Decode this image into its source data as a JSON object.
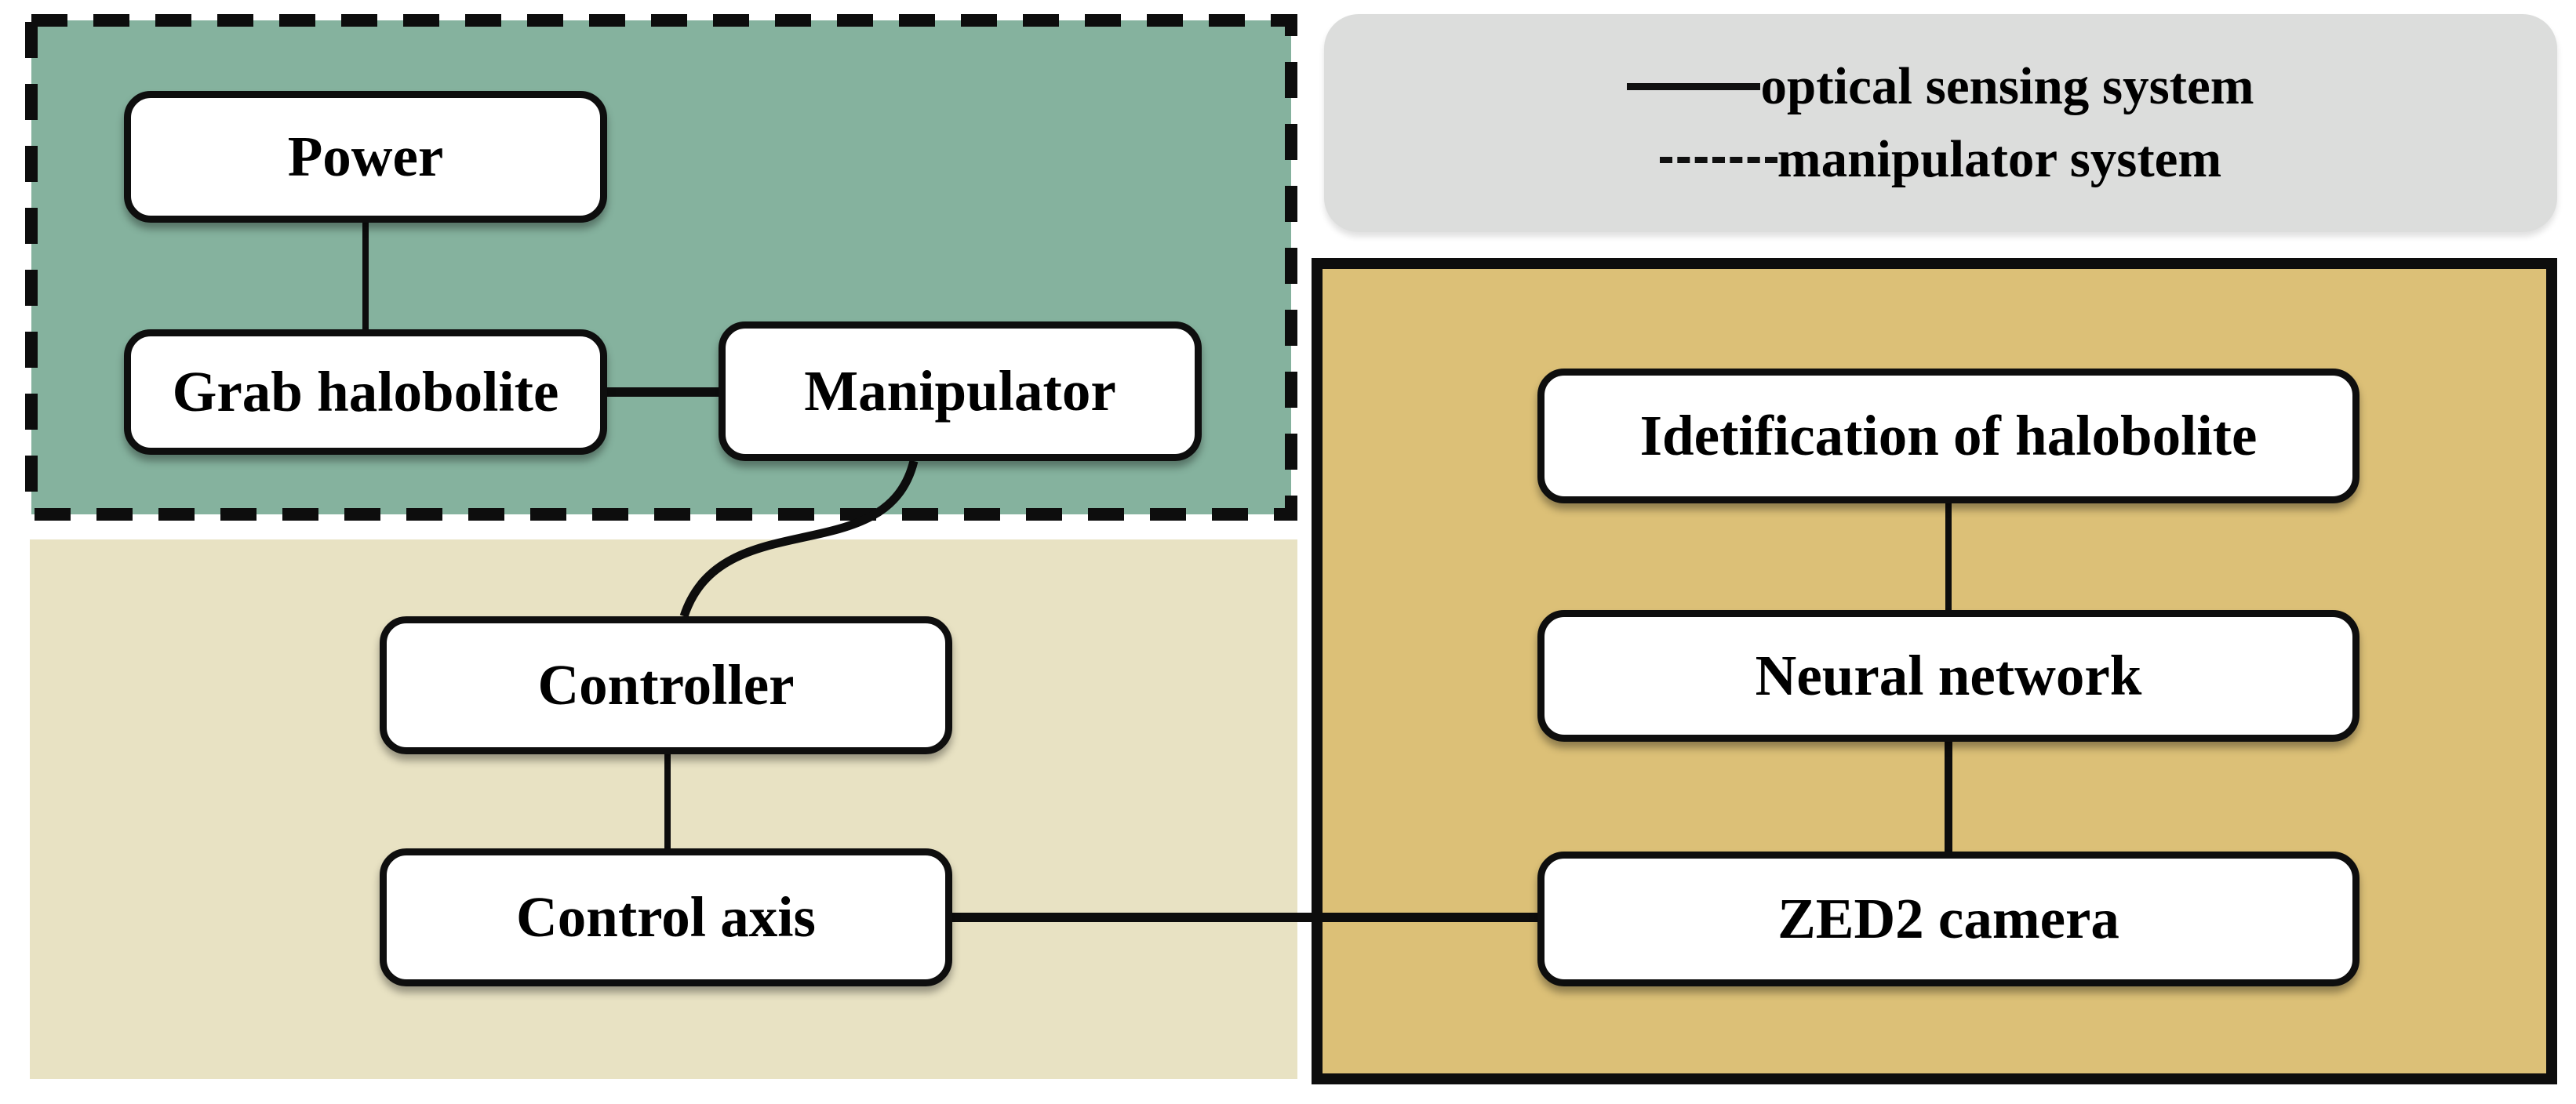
{
  "diagram": {
    "type": "block-diagram",
    "legend": {
      "items": [
        {
          "line_style": "solid",
          "label": "optical sensing system"
        },
        {
          "line_style": "dashed",
          "label": "manipulator system"
        }
      ]
    },
    "nodes": {
      "power": {
        "label": "Power",
        "panel": "manipulator system"
      },
      "grab_halobolite": {
        "label": "Grab halobolite",
        "panel": "manipulator system"
      },
      "manipulator": {
        "label": "Manipulator",
        "panel": "manipulator system"
      },
      "controller": {
        "label": "Controller",
        "panel": "controller area"
      },
      "control_axis": {
        "label": "Control axis",
        "panel": "controller area"
      },
      "identification": {
        "label": "Idetification of halobolite",
        "panel": "optical sensing system"
      },
      "neural_network": {
        "label": "Neural network",
        "panel": "optical sensing system"
      },
      "zed2_camera": {
        "label": "ZED2 camera",
        "panel": "optical sensing system"
      }
    },
    "edges": [
      {
        "from": "Power",
        "to": "Grab halobolite",
        "shape": "straight"
      },
      {
        "from": "Grab halobolite",
        "to": "Manipulator",
        "shape": "straight"
      },
      {
        "from": "Manipulator",
        "to": "Controller",
        "shape": "curved"
      },
      {
        "from": "Controller",
        "to": "Control axis",
        "shape": "straight"
      },
      {
        "from": "Control axis",
        "to": "ZED2 camera",
        "shape": "straight"
      },
      {
        "from": "Idetification of halobolite",
        "to": "Neural network",
        "shape": "straight"
      },
      {
        "from": "Neural network",
        "to": "ZED2 camera",
        "shape": "straight"
      }
    ],
    "colors": {
      "manipulator_panel": "#85b29e",
      "controller_panel": "#e8e2c3",
      "optical_panel": "#dcc077",
      "legend_background": "#dcdddc",
      "line": "#0d0d0d",
      "node_background": "#ffffff",
      "node_border": "#0e0e0e",
      "page_background": "#ffffff"
    }
  }
}
